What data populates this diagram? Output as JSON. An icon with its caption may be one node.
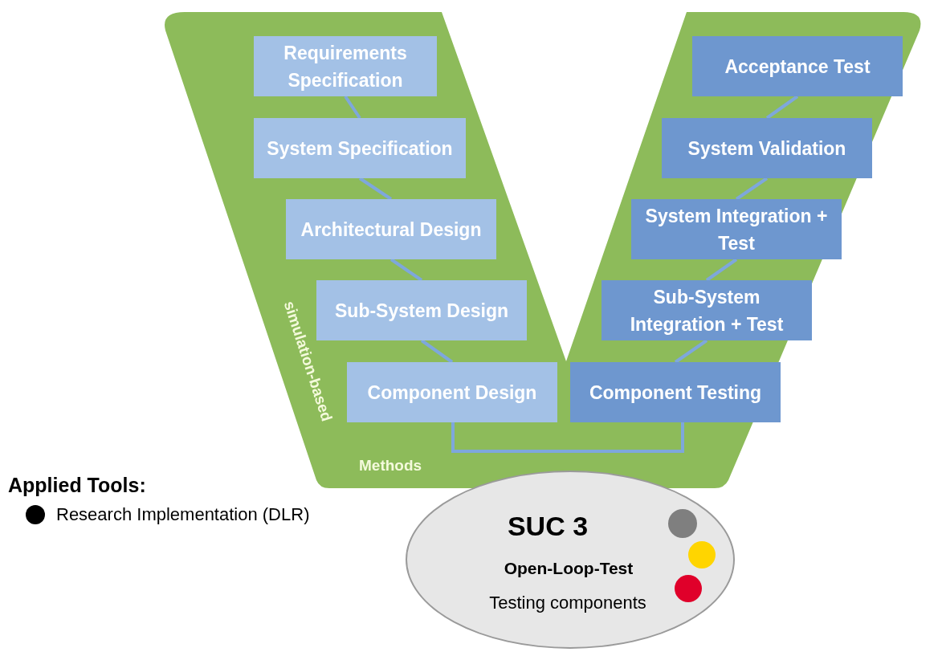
{
  "diagram": {
    "nodes": [
      {
        "text": [
          "simulation-based",
          "Methods"
        ]
      },
      {
        "text": [
          "Requirements Specification"
        ],
        "in": 0
      },
      {
        "text": [
          "System Specification"
        ],
        "in": 0
      },
      {
        "text": [
          "Architectural Design"
        ],
        "in": 0
      },
      {
        "text": [
          "Sub-System Design"
        ],
        "in": 0
      },
      {
        "text": [
          "Component Design"
        ],
        "in": 0
      },
      {
        "text": [
          "Acceptance Test"
        ],
        "in": 0
      },
      {
        "text": [
          "System Validation"
        ],
        "in": 0
      },
      {
        "text": [
          "System Integration + Test"
        ],
        "in": 0
      },
      {
        "text": [
          "Sub-System Integration + Test"
        ],
        "in": 0
      },
      {
        "text": [
          "Component Testing"
        ],
        "in": 0
      },
      {
        "text": [
          "SUC 3",
          "Open-Loop-Test",
          "Testing components"
        ]
      }
    ],
    "edges": [
      {
        "from": 1,
        "to": 2,
        "arrow": "none"
      },
      {
        "from": 2,
        "to": 3,
        "arrow": "none"
      },
      {
        "from": 3,
        "to": 4,
        "arrow": "none"
      },
      {
        "from": 4,
        "to": 5,
        "arrow": "none"
      },
      {
        "from": 5,
        "to": 10,
        "arrow": "none"
      },
      {
        "from": 10,
        "to": 9,
        "arrow": "none"
      },
      {
        "from": 9,
        "to": 8,
        "arrow": "none"
      },
      {
        "from": 8,
        "to": 7,
        "arrow": "none"
      },
      {
        "from": 7,
        "to": 6,
        "arrow": "none"
      }
    ],
    "labels": [
      "Applied Tools:"
    ],
    "legend": [
      {
        "text": "Research Implementation (DLR)",
        "color": "#000000"
      }
    ]
  }
}
